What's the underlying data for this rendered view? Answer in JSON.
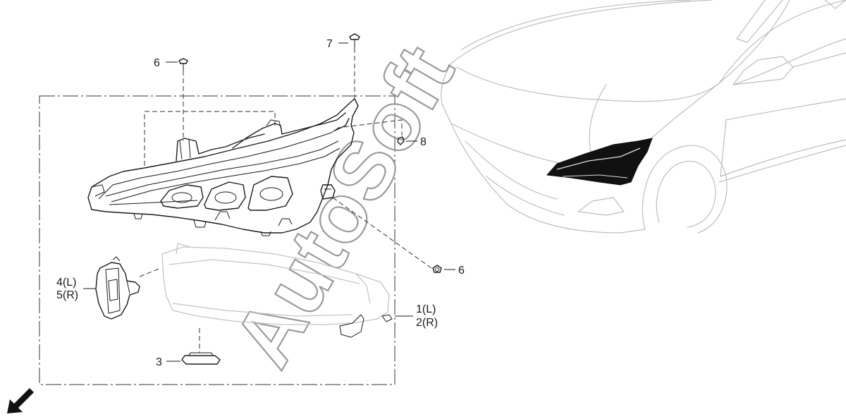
{
  "watermark": "AutoSoft",
  "callouts": {
    "c7": "7",
    "c6_top": "6",
    "c8": "8",
    "c6_right": "6",
    "c4l": "4(L)",
    "c5r": "5(R)",
    "c1l": "1(L)",
    "c2r": "2(R)",
    "c3": "3"
  },
  "icons": {
    "direction": "front-direction-arrow-icon"
  },
  "colors": {
    "line": "#1a1a1a",
    "ghost": "#c4c4c4",
    "watermark": "#9a9a9a",
    "highlight": "#111111"
  }
}
